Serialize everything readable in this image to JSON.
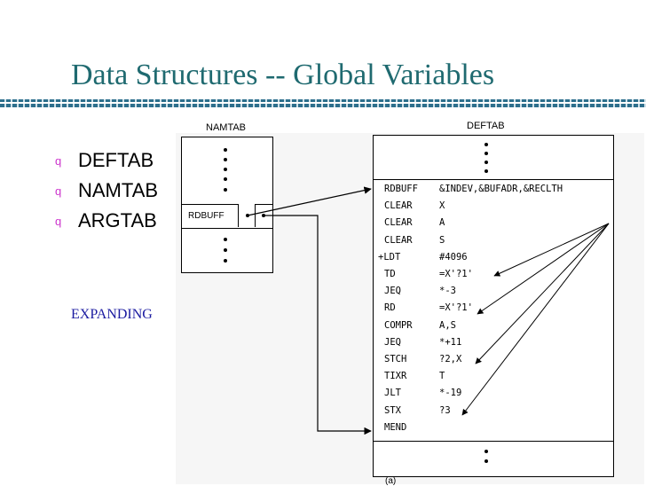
{
  "title": "Data Structures -- Global Variables",
  "bullets": [
    "DEFTAB",
    "NAMTAB",
    "ARGTAB"
  ],
  "note": "EXPANDING",
  "figure": {
    "namtab_label": "NAMTAB",
    "deftab_label": "DEFTAB",
    "namtab_entry": "RDBUFF",
    "caption": "(a)",
    "deftab_rows": [
      {
        "op": "RDBUFF",
        "arg": "&INDEV,&BUFADR,&RECLTH"
      },
      {
        "op": "CLEAR",
        "arg": "X"
      },
      {
        "op": "CLEAR",
        "arg": "A"
      },
      {
        "op": "CLEAR",
        "arg": "S"
      },
      {
        "op": "+LDT",
        "arg": "#4096"
      },
      {
        "op": "TD",
        "arg": "=X'?1'"
      },
      {
        "op": "JEQ",
        "arg": "*-3"
      },
      {
        "op": "RD",
        "arg": "=X'?1'"
      },
      {
        "op": "COMPR",
        "arg": "A,S"
      },
      {
        "op": "JEQ",
        "arg": "*+11"
      },
      {
        "op": "STCH",
        "arg": "?2,X"
      },
      {
        "op": "TIXR",
        "arg": "T"
      },
      {
        "op": "JLT",
        "arg": "*-19"
      },
      {
        "op": "STX",
        "arg": "?3"
      },
      {
        "op": "MEND",
        "arg": ""
      }
    ]
  },
  "colors": {
    "title": "#1f6a70",
    "bullet": "#cc33cc",
    "note": "#1a1aa0"
  }
}
